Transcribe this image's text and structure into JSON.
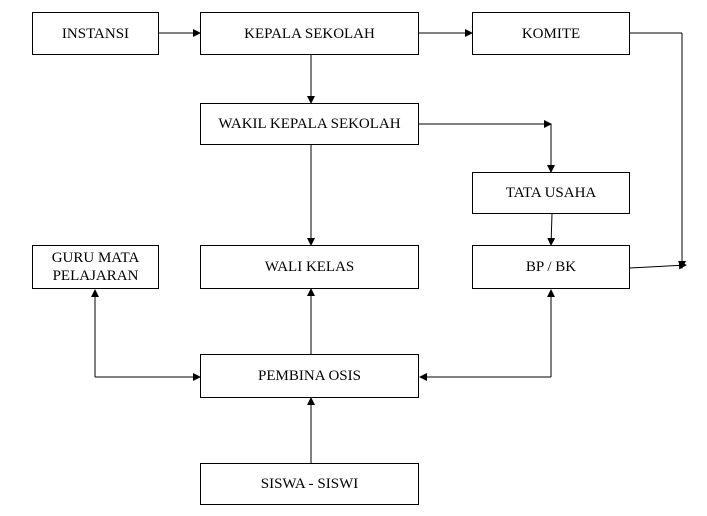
{
  "nodes": {
    "instansi": "INSTANSI",
    "kepala_sekolah": "KEPALA SEKOLAH",
    "komite": "KOMITE",
    "wakil_kepala_sekolah": "WAKIL KEPALA SEKOLAH",
    "tata_usaha": "TATA USAHA",
    "guru_mata_pelajaran": "GURU MATA\nPELAJARAN",
    "wali_kelas": "WALI KELAS",
    "bp_bk": "BP / BK",
    "pembina_osis": "PEMBINA OSIS",
    "siswa_siswi": "SISWA - SISWI"
  },
  "colors": {
    "line": "#000000",
    "box_border": "#000000",
    "background": "#ffffff"
  }
}
